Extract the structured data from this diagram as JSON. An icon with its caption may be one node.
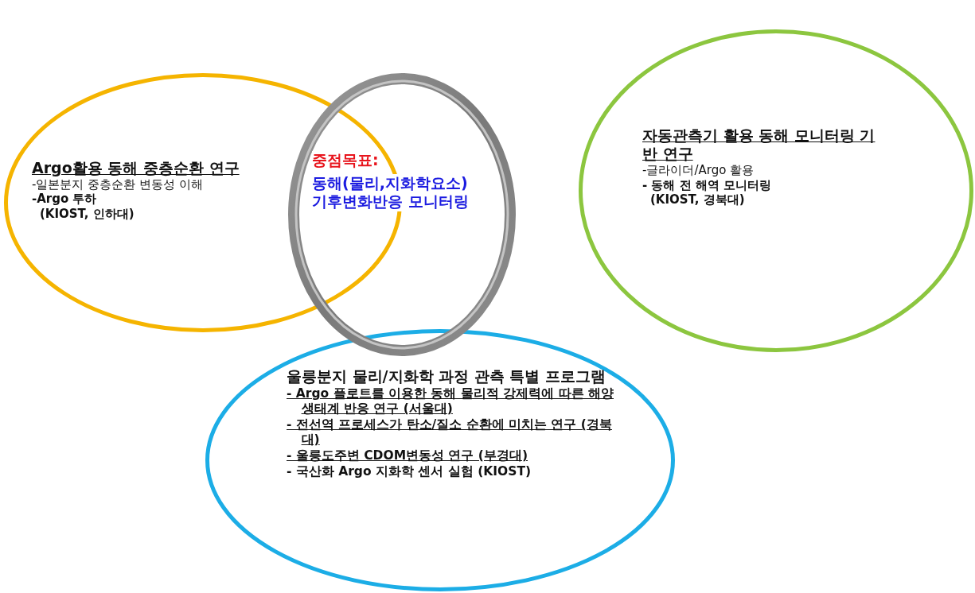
{
  "diagram": {
    "nodes": [
      {
        "text": [
          "Argo활용 동해 중층순환 연구",
          "-일본분지 중층순환 변동성 이해",
          "-Argo 투하",
          "(KIOST, 인하대)"
        ]
      },
      {
        "text": [
          "자동관측기 활용 동해 모니터링 기반 연구",
          "-글라이더/Argo 활용",
          "- 동해 전 해역 모니터링",
          "(KIOST, 경북대)"
        ]
      },
      {
        "text": [
          "울릉분지 물리/지화학 과정 관측 특별 프로그램",
          "- Argo 플로트를 이용한 동해 물리적 강제력에 따른 해양 생태계 반응 연구 (서울대)",
          "- 전선역 프로세스가 탄소/질소 순환에 미치는 연구 (경북대)",
          "- 울릉도주변 CDOM변동성 연구 (부경대)",
          "- 국산화 Argo 지화학 센서 실험 (KIOST)"
        ]
      },
      {
        "text": [
          "중점목표:",
          "동해(물리,지화학요소)",
          "기후변화반응 모니터링"
        ]
      }
    ]
  }
}
